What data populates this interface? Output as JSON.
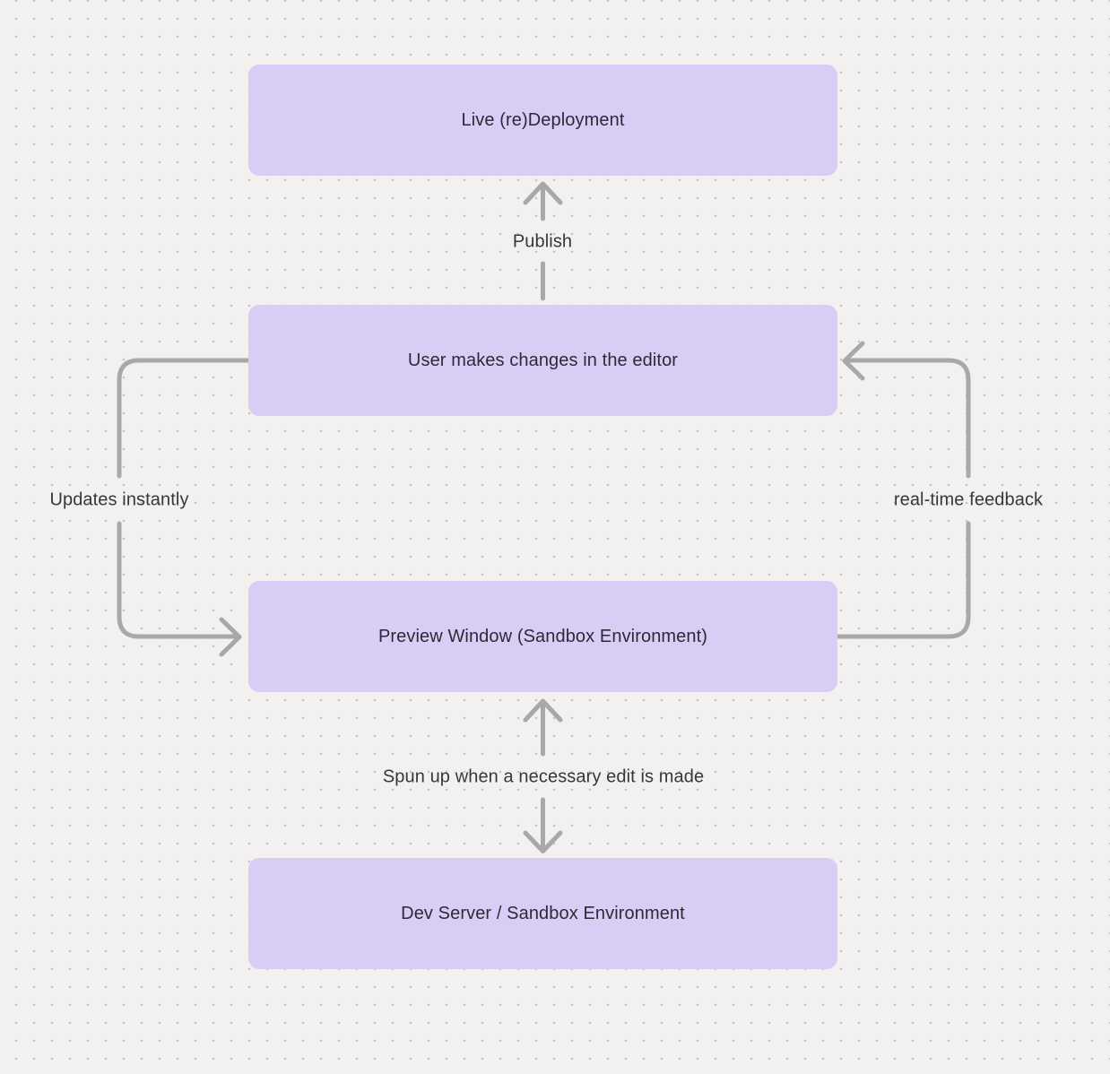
{
  "diagram": {
    "type": "flowchart",
    "nodes": [
      {
        "id": "live-redeployment",
        "label": "Live (re)Deployment"
      },
      {
        "id": "user-editor",
        "label": "User makes changes in the editor"
      },
      {
        "id": "preview-window",
        "label": "Preview Window (Sandbox Environment)"
      },
      {
        "id": "dev-server",
        "label": "Dev Server / Sandbox Environment"
      }
    ],
    "edges": [
      {
        "from": "user-editor",
        "to": "live-redeployment",
        "label": "Publish",
        "direction": "up"
      },
      {
        "from": "user-editor",
        "to": "preview-window",
        "label": "Updates instantly",
        "direction": "left-loop"
      },
      {
        "from": "preview-window",
        "to": "user-editor",
        "label": "real-time feedback",
        "direction": "right-loop"
      },
      {
        "from": "preview-window",
        "to": "dev-server",
        "label": "Spun up when a necessary edit is made",
        "direction": "bidirectional"
      }
    ],
    "colors": {
      "background": "#f2f1f0",
      "grid_dot": "#c6c5c4",
      "node_fill": "#d9cdf6",
      "node_text": "#2d2a35",
      "edge_stroke": "#a9a8a6",
      "edge_label_text": "#38363b"
    }
  }
}
